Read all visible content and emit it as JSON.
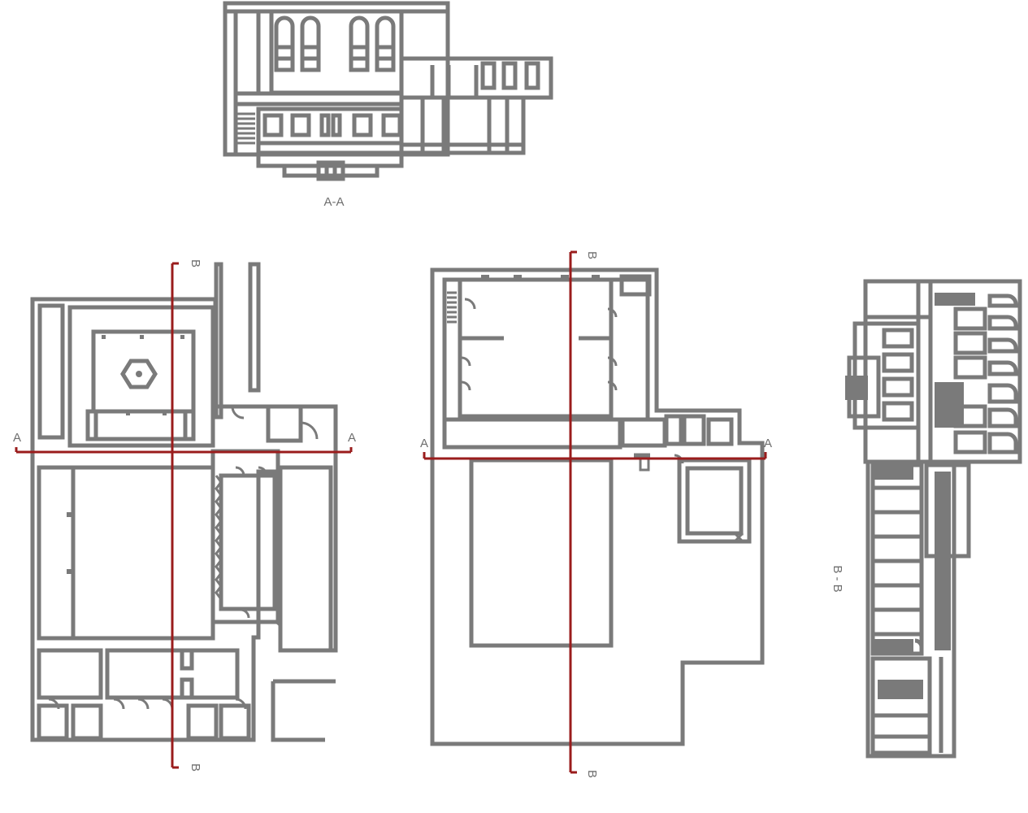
{
  "labels": {
    "section_a_title": "A-A",
    "section_b_title": "B - B",
    "cut_a": "A",
    "cut_b": "B"
  },
  "colors": {
    "line": "#7a7a7a",
    "section_cut": "#9a1c1c",
    "background": "#ffffff"
  }
}
